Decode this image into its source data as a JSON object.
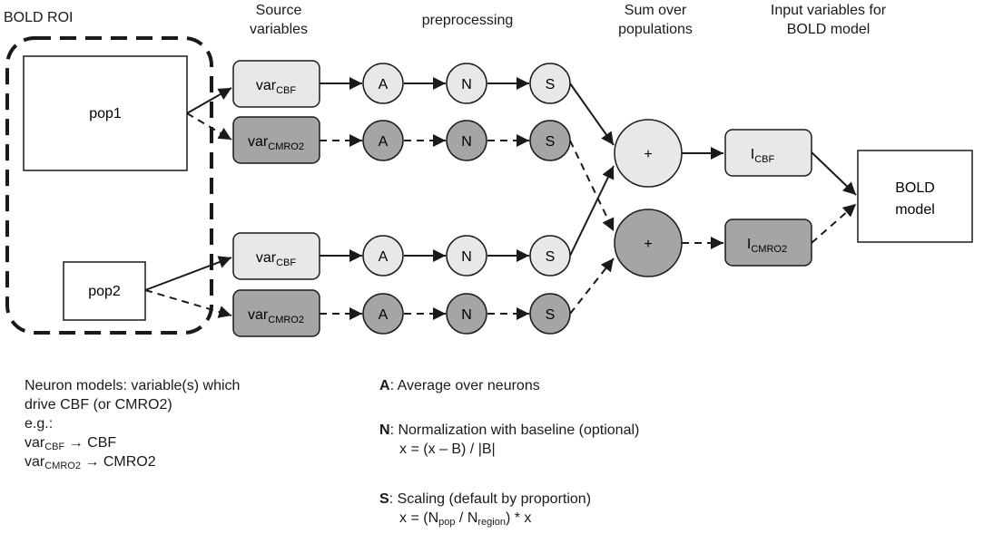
{
  "headers": {
    "roi_title": "BOLD ROI",
    "source_variables": "Source variables",
    "preprocessing": "preprocessing",
    "sum_over_populations": "Sum over populations",
    "input_variables": "Input variables for BOLD model"
  },
  "populations": {
    "pop1": "pop1",
    "pop2": "pop2"
  },
  "variables": {
    "base": "var",
    "cbf_sub": "CBF",
    "cmro2_sub": "CMRO2",
    "input_base": "I"
  },
  "steps": {
    "average": "A",
    "normalization": "N",
    "scaling": "S"
  },
  "sum_symbol": "+",
  "bold_model": {
    "line1": "BOLD",
    "line2": "model"
  },
  "colors": {
    "cbf_fill": "#e8e8e8",
    "cmro2_fill": "#a6a4a4",
    "stroke": "#1a1a1a"
  },
  "legend_left": {
    "line1": "Neuron models: variable(s) which",
    "line2": "drive CBF (or CMRO2)",
    "line3": "e.g.:",
    "cbf_map_base": "var",
    "cbf_map_sub": "CBF",
    "cbf_map_target": "→ CBF",
    "cmro2_map_base": "var",
    "cmro2_map_sub": "CMRO2",
    "cmro2_map_target": "→ CMRO2"
  },
  "legend_right": {
    "a_key": "A",
    "a_text": ": Average over neurons",
    "n_key": "N",
    "n_text": ": Normalization with baseline (optional)",
    "n_formula": "x = (x – B) / |B|",
    "s_key": "S",
    "s_text": ": Scaling (default by proportion)",
    "s_formula_pre": "x = (N",
    "s_formula_sub1": "pop",
    "s_formula_mid": " / N",
    "s_formula_sub2": "region",
    "s_formula_post": ") * x"
  }
}
